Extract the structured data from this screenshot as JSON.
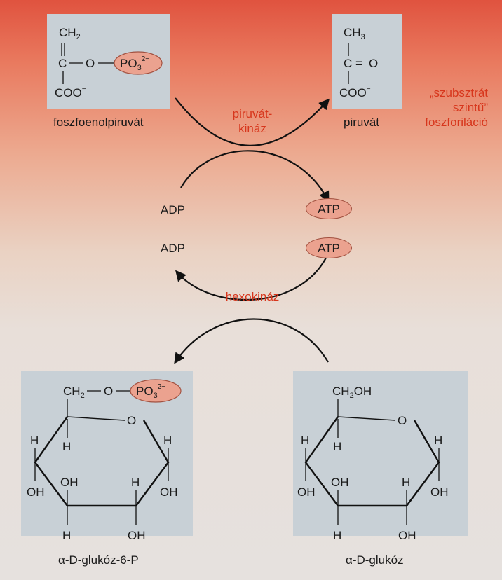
{
  "pathway": {
    "reaction_top": {
      "substrate": {
        "name": "foszfoenolpiruvát",
        "top_group": "CH",
        "top_group_sub": "2",
        "carbon": "C",
        "oxygen": "O",
        "phosphate": "PO",
        "phosphate_sub": "3",
        "phosphate_charge": "2−",
        "carboxyl": "COO",
        "carboxyl_charge": "−"
      },
      "product": {
        "name": "piruvát",
        "top_group": "CH",
        "top_group_sub": "3",
        "carbon": "C",
        "bond": "=",
        "oxygen": "O",
        "carboxyl": "COO",
        "carboxyl_charge": "−"
      },
      "enzyme_line1": "piruvát-",
      "enzyme_line2": "kináz",
      "cofactor_in": "ADP",
      "cofactor_out": "ATP",
      "note_line1": "„szubsztrát",
      "note_line2": "szintű”",
      "note_line3": "foszforiláció"
    },
    "reaction_bottom": {
      "enzyme": "hexokináz",
      "cofactor_in": "ATP",
      "cofactor_out": "ADP",
      "substrate": {
        "name": "α-D-glukóz",
        "ch2oh": "CH",
        "ch2oh_sub": "2",
        "ch2oh_tail": "OH",
        "ring_oxygen": "O",
        "H": "H",
        "OH": "OH"
      },
      "product": {
        "name": "α-D-glukóz-6-P",
        "ch2": "CH",
        "ch2_sub": "2",
        "oxygen": "O",
        "phosphate": "PO",
        "phosphate_sub": "3",
        "phosphate_charge": "2−",
        "ring_oxygen": "O",
        "H": "H",
        "OH": "OH"
      }
    }
  },
  "colors": {
    "accent_red": "#d7361c",
    "phosphate_fill": "#eba28f",
    "panel_fill": "#c8d0d6"
  }
}
